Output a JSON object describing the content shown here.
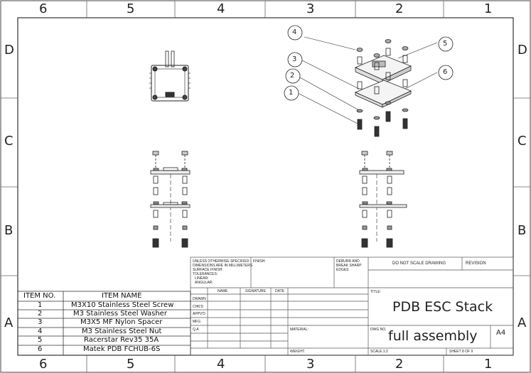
{
  "zones": {
    "top": [
      "6",
      "5",
      "4",
      "3",
      "2",
      "1"
    ],
    "bottom": [
      "6",
      "5",
      "4",
      "3",
      "2",
      "1"
    ],
    "left": [
      "D",
      "C",
      "B",
      "A"
    ],
    "right": [
      "D",
      "C",
      "B",
      "A"
    ]
  },
  "balloons": [
    "4",
    "5",
    "3",
    "2",
    "6",
    "1"
  ],
  "title_block": {
    "notes": [
      "UNLESS OTHERWISE SPECIFIED:",
      "DIMENSIONS ARE IN MILLIMETERS",
      "SURFACE FINISH:",
      "TOLERANCES:",
      "LINEAR:",
      "ANGULAR:"
    ],
    "finish_label": "FINISH:",
    "deburr": [
      "DEBURR AND",
      "BREAK SHARP",
      "EDGES"
    ],
    "do_not_scale": "DO NOT SCALE DRAWING",
    "revision_label": "REVISION",
    "col_headers": [
      "NAME",
      "SIGNATURE",
      "DATE"
    ],
    "row_labels": [
      "DRAWN",
      "CHK'D",
      "APPV'D",
      "MFG",
      "Q.A"
    ],
    "title_label": "TITLE:",
    "title": "PDB ESC Stack",
    "material_label": "MATERIAL:",
    "dwg_no_label": "DWG NO.",
    "dwg_no": "full assembly",
    "size": "A4",
    "weight_label": "WEIGHT:",
    "scale": "SCALE:1:2",
    "sheet": "SHEET 8 OF 9"
  },
  "bom": {
    "headers": [
      "ITEM NO.",
      "ITEM NAME"
    ],
    "rows": [
      {
        "no": "1",
        "name": "M3X10 Stainless Steel Screw"
      },
      {
        "no": "2",
        "name": "M3 Stainless Steel Washer"
      },
      {
        "no": "3",
        "name": "M3X5 MF Nylon Spacer"
      },
      {
        "no": "4",
        "name": "M3 Stainless Steel Nut"
      },
      {
        "no": "5",
        "name": "Racerstar Rev35 35A"
      },
      {
        "no": "6",
        "name": "Matek PDB FCHUB-6S"
      }
    ]
  }
}
